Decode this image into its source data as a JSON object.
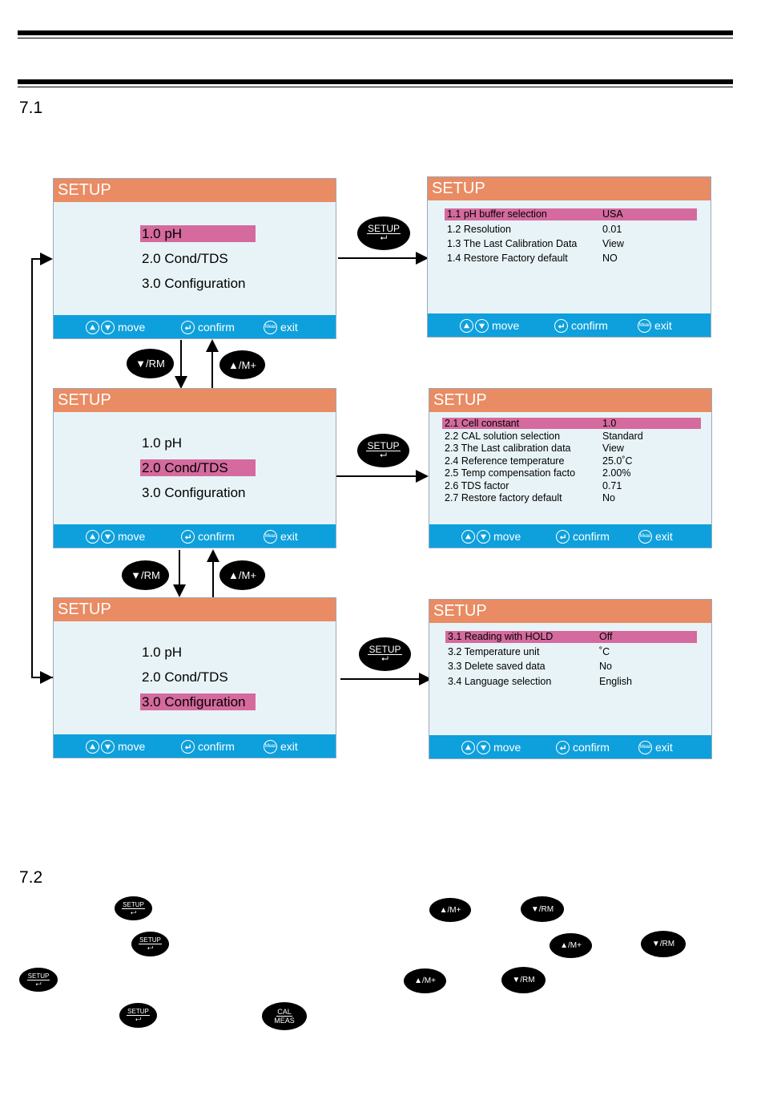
{
  "sections": {
    "s1": "7.1",
    "s2": "7.2"
  },
  "screen_title": "SETUP",
  "footer": {
    "move": "move",
    "confirm": "confirm",
    "exit": "exit",
    "meas": "Meas"
  },
  "main_menu": {
    "item1": "1.0 pH",
    "item2": "2.0 Cond/TDS",
    "item3": "3.0 Configuration"
  },
  "ph_menu": [
    {
      "key": "1.1 pH buffer selection",
      "value": "USA"
    },
    {
      "key": "1.2 Resolution",
      "value": "0.01"
    },
    {
      "key": "1.3 The Last Calibration Data",
      "value": "View"
    },
    {
      "key": "1.4 Restore Factory default",
      "value": "NO"
    }
  ],
  "cond_menu": [
    {
      "key": "2.1 Cell constant",
      "value": "1.0"
    },
    {
      "key": "2.2 CAL solution selection",
      "value": "Standard"
    },
    {
      "key": "2.3 The Last calibration data",
      "value": "View"
    },
    {
      "key": "2.4 Reference temperature",
      "value": "25.0˚C"
    },
    {
      "key": "2.5 Temp compensation facto",
      "value": "2.00%"
    },
    {
      "key": "2.6 TDS factor",
      "value": "0.71"
    },
    {
      "key": "2.7 Restore factory default",
      "value": "No"
    }
  ],
  "config_menu": [
    {
      "key": "3.1  Reading with HOLD",
      "value": "Off"
    },
    {
      "key": "3.2  Temperature unit",
      "value": "˚C"
    },
    {
      "key": "3.3  Delete saved data",
      "value": "No"
    },
    {
      "key": "3.4  Language selection",
      "value": "English"
    }
  ],
  "keys": {
    "setup": "SETUP",
    "enter": "⮠",
    "down": "▼/RM",
    "up": "▲/M+",
    "cal": "CAL",
    "meas": "MEAS"
  }
}
